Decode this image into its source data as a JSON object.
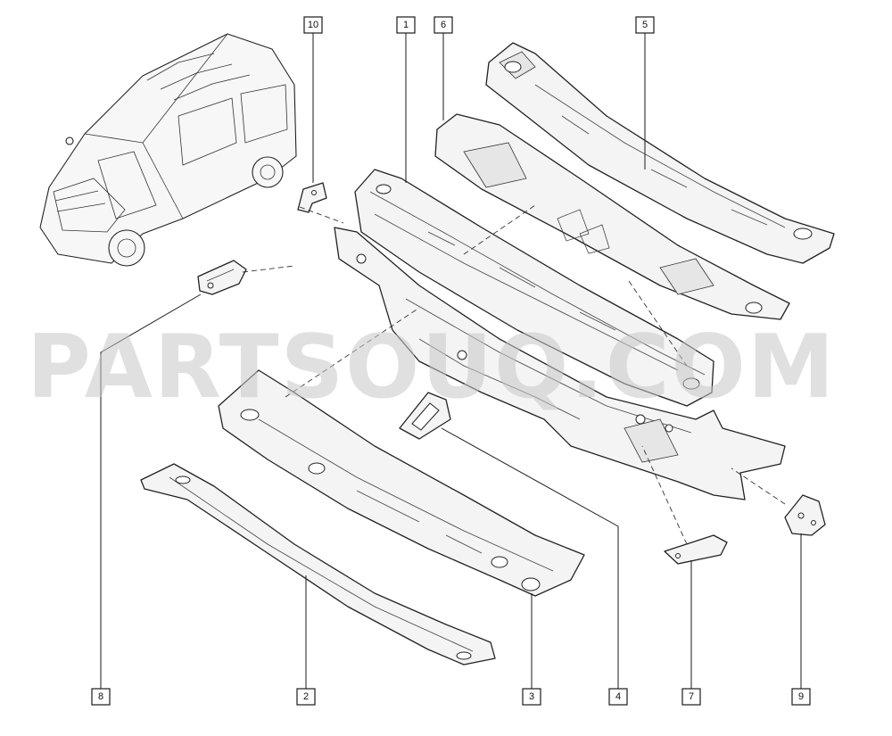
{
  "watermark": "PARTSOUQ.COM",
  "callouts": [
    "10",
    "1",
    "6",
    "5",
    "8",
    "2",
    "3",
    "4",
    "7",
    "9"
  ]
}
